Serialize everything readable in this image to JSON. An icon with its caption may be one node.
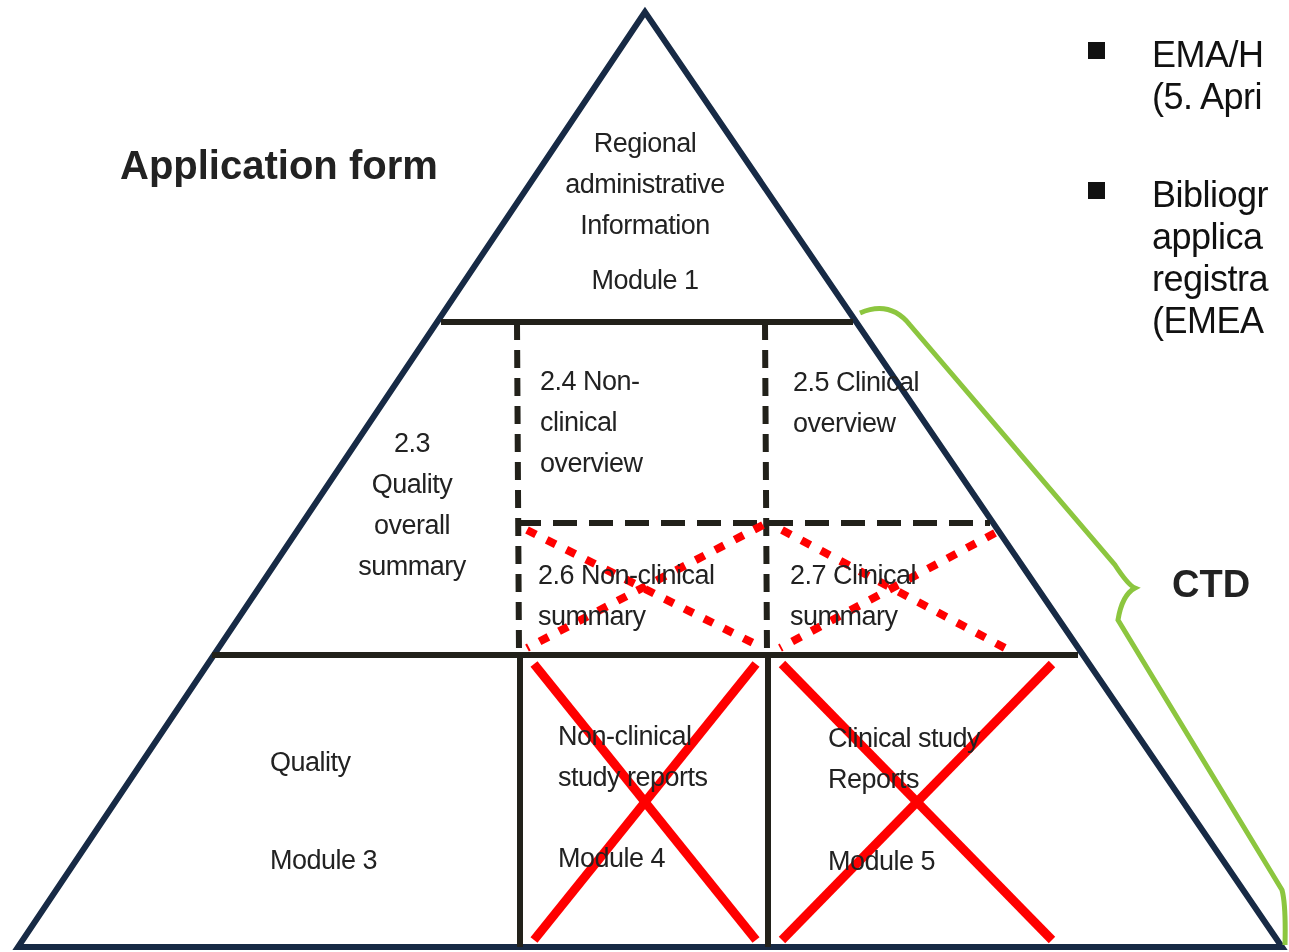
{
  "diagram": {
    "nodes": [
      {
        "text": [
          "Regional administrative Information",
          "Module 1"
        ]
      },
      {
        "text": [
          "2.3 Quality overall summary"
        ]
      },
      {
        "text": [
          "2.4 Non-clinical overview"
        ]
      },
      {
        "text": [
          "2.5 Clinical overview"
        ]
      },
      {
        "text": [
          "2.6 Non-clinical summary"
        ]
      },
      {
        "text": [
          "2.7 Clinical summary"
        ]
      },
      {
        "text": [
          "Quality",
          "Module 3"
        ]
      },
      {
        "text": [
          "Non-clinical study reports",
          "Module 4"
        ]
      },
      {
        "text": [
          "Clinical study Reports",
          "Module 5"
        ]
      }
    ],
    "labels": [
      "Application form",
      "CTD",
      "EMA/H (5. Apri",
      "Bibliogr applica registra (EMEA"
    ]
  }
}
